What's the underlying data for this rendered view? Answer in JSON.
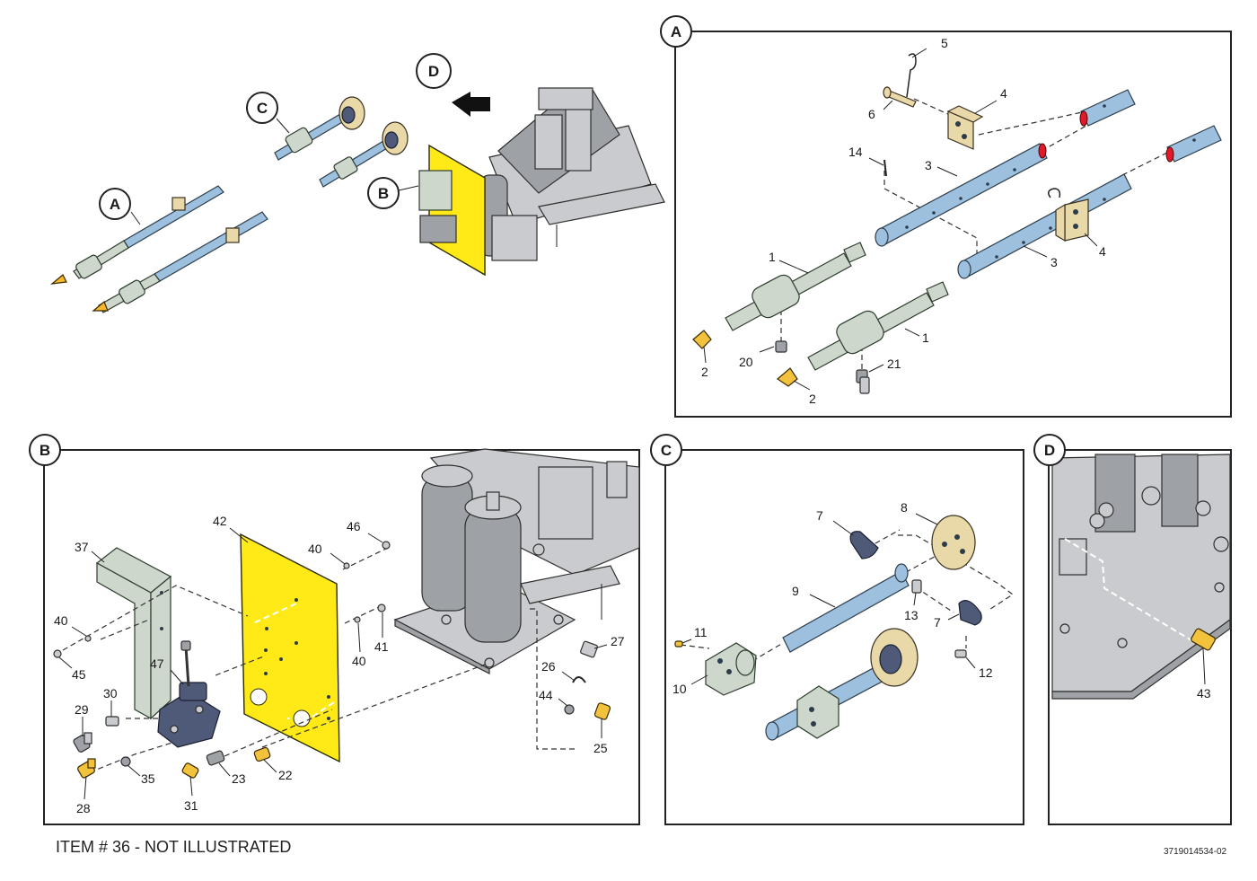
{
  "overview": {
    "callouts": [
      "A",
      "B",
      "C",
      "D"
    ]
  },
  "panels": {
    "A": {
      "letter": "A",
      "labels": [
        "5",
        "4",
        "6",
        "14",
        "3",
        "1",
        "3",
        "4",
        "2",
        "20",
        "21",
        "1",
        "2"
      ]
    },
    "B": {
      "letter": "B",
      "labels": [
        "42",
        "46",
        "37",
        "40",
        "40",
        "41",
        "40",
        "45",
        "47",
        "27",
        "26",
        "30",
        "29",
        "44",
        "35",
        "23",
        "22",
        "25",
        "28",
        "31"
      ]
    },
    "C": {
      "letter": "C",
      "labels": [
        "7",
        "8",
        "9",
        "13",
        "7",
        "11",
        "10",
        "12"
      ]
    },
    "D": {
      "letter": "D",
      "labels": [
        "43"
      ]
    }
  },
  "footer": {
    "note": "ITEM # 36 - NOT ILLUSTRATED",
    "doc_id": "3719014534-02"
  },
  "colors": {
    "shaft_blue": "#9cc0de",
    "housing_green": "#cdd7cc",
    "plate_yellow": "#ffe916",
    "machine_gray": "#c9cbce",
    "seal_red": "#e01a2a",
    "tip_orange": "#f6b72a",
    "pad_navy": "#4f5a79"
  }
}
